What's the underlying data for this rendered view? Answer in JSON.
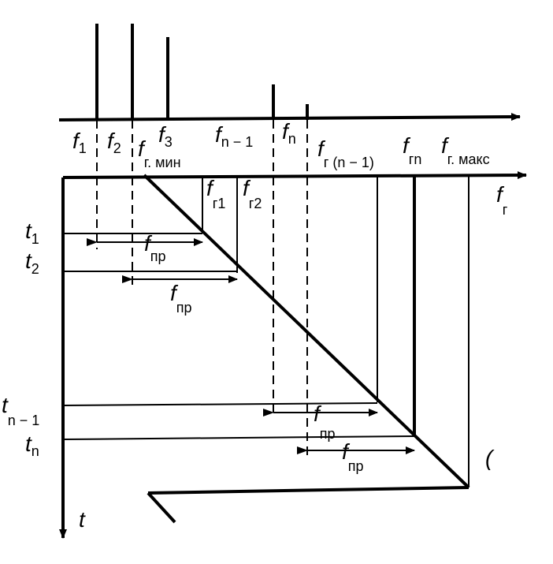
{
  "spectrum_labels": {
    "f1": {
      "main": "f",
      "sub": "1"
    },
    "f2": {
      "main": "f",
      "sub": "2"
    },
    "f3": {
      "main": "f",
      "sub": "3"
    },
    "fn1": {
      "main": "f",
      "sub": "n − 1"
    },
    "fn": {
      "main": "f",
      "sub": "n"
    }
  },
  "generator_labels": {
    "fg_min": {
      "main": "f",
      "sub": "г. мин"
    },
    "fg_n1": {
      "main": "f",
      "sub": "г (n − 1)"
    },
    "fg_n": {
      "main": "f",
      "sub": "гn"
    },
    "fg_max": {
      "main": "f",
      "sub": "г. макс"
    },
    "fg1": {
      "main": "f",
      "sub": "г1"
    },
    "fg2": {
      "main": "f",
      "sub": "г2"
    },
    "fg_axis": {
      "main": "f",
      "sub": "г"
    }
  },
  "time_labels": {
    "t1": {
      "main": "t",
      "sub": "1"
    },
    "t2": {
      "main": "t",
      "sub": "2"
    },
    "tn1": {
      "main": "t",
      "sub": "n − 1"
    },
    "tn": {
      "main": "t",
      "sub": "n"
    },
    "t_axis": "t"
  },
  "fpr_labels": {
    "a": {
      "main": "f",
      "sub": "пр"
    },
    "b": {
      "main": "f",
      "sub": "пр"
    },
    "c": {
      "main": "f",
      "sub": "пр"
    },
    "d": {
      "main": "f",
      "sub": "пр"
    }
  }
}
